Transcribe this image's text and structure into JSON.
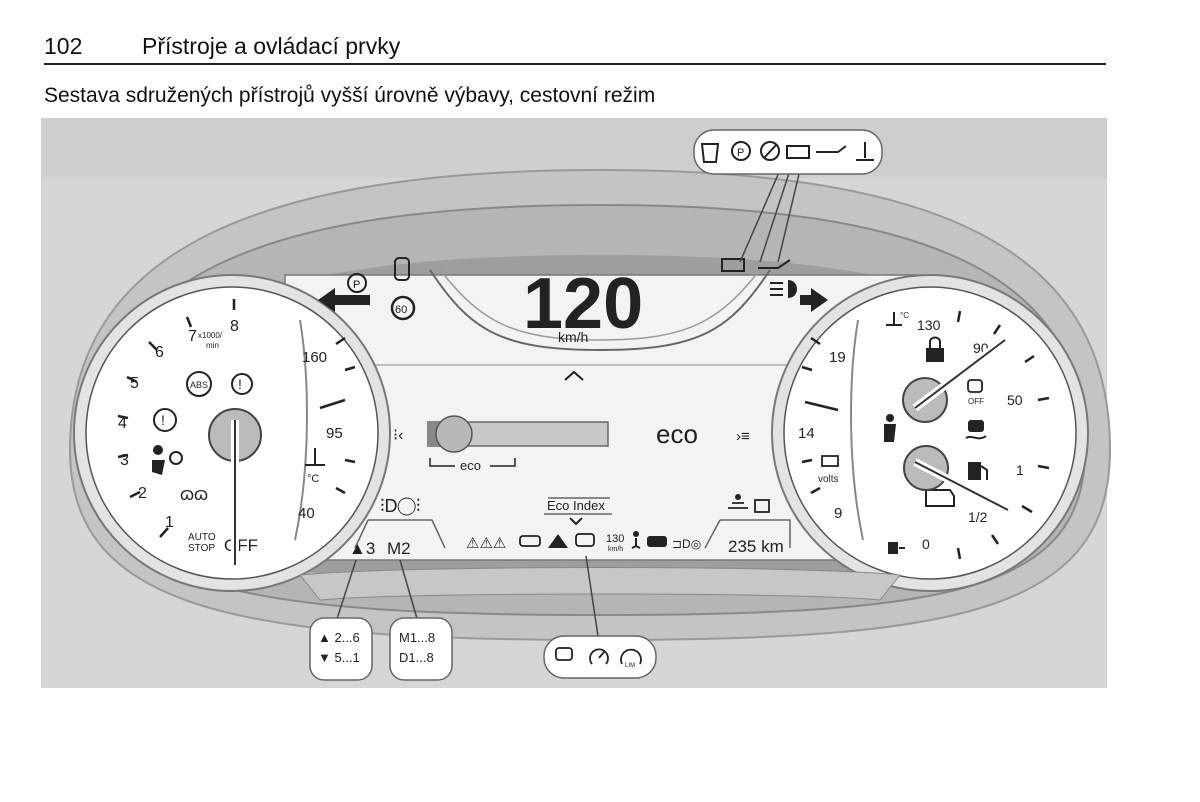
{
  "page": {
    "number": "102",
    "section_title": "Přístroje a ovládací prvky",
    "subtitle": "Sestava sdružených přístrojů vyšší úrovně výbavy, cestovní režim"
  },
  "cluster": {
    "speed_value": "120",
    "speed_unit": "km/h",
    "speed_limit_sign": "60",
    "park_label": "PARK",
    "eco_bar_label": "eco",
    "eco_mode_label": "eco",
    "eco_index_label": "Eco Index",
    "range_text": "235 km",
    "gear_text": "▲3",
    "mode_text": "M2",
    "cruise_speed_value": "130",
    "cruise_speed_unit": "km/h",
    "tacho": {
      "scale_labels": [
        "1",
        "2",
        "3",
        "4",
        "5",
        "6",
        "7",
        "8"
      ],
      "unit_line1": "x1000/",
      "unit_line2": "min",
      "auto_stop_line1": "AUTO",
      "auto_stop_line2": "STOP",
      "auto_stop_state": "OFF"
    },
    "speedo_scale": [
      "40",
      "95",
      "160"
    ],
    "temp_unit": "°C",
    "volt_scale": [
      "9",
      "14",
      "19"
    ],
    "volt_unit": "volts",
    "oil_temp_scale": [
      "50",
      "90",
      "130"
    ],
    "oil_temp_unit": "°C",
    "fuel_scale": [
      "0",
      "1/2",
      "1"
    ]
  },
  "callouts": {
    "gear_line1": "▲ 2...6",
    "gear_line2": "▼ 5...1",
    "mode_line1": "M1...8",
    "mode_line2": "D1...8",
    "top_icons": [
      "tpms-icon",
      "parking-brake-icon",
      "electric-brake-fault-icon",
      "battery-icon",
      "oil-pressure-icon",
      "coolant-temp-icon"
    ],
    "bottom_icons": [
      "traction-off-icon",
      "cruise-control-icon",
      "speed-limiter-icon"
    ]
  },
  "colors": {
    "bezel": "#b9b9b9",
    "dial_face": "#ffffff",
    "display_bg": "#f2f2f2",
    "background": "#d9d9d9"
  }
}
